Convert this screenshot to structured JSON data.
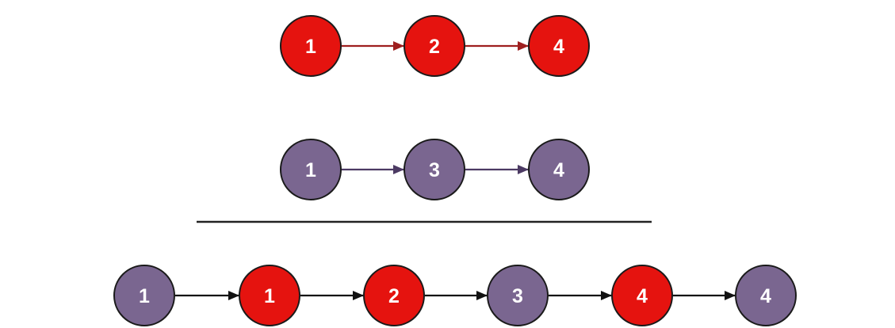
{
  "colors": {
    "red_fill": "#e5130f",
    "purple_fill": "#7a6690",
    "node_stroke": "#1a1a1a",
    "red_arrow": "#9e1f1f",
    "purple_arrow": "#4c3a63",
    "merged_arrow": "#111111",
    "divider": "#222222",
    "label": "#ffffff"
  },
  "list_a": {
    "nodes": [
      {
        "value": "1",
        "color": "red"
      },
      {
        "value": "2",
        "color": "red"
      },
      {
        "value": "4",
        "color": "red"
      }
    ]
  },
  "list_b": {
    "nodes": [
      {
        "value": "1",
        "color": "purple"
      },
      {
        "value": "3",
        "color": "purple"
      },
      {
        "value": "4",
        "color": "purple"
      }
    ]
  },
  "merged": {
    "nodes": [
      {
        "value": "1",
        "color": "purple"
      },
      {
        "value": "1",
        "color": "red"
      },
      {
        "value": "2",
        "color": "red"
      },
      {
        "value": "3",
        "color": "purple"
      },
      {
        "value": "4",
        "color": "red"
      },
      {
        "value": "4",
        "color": "purple"
      }
    ]
  }
}
